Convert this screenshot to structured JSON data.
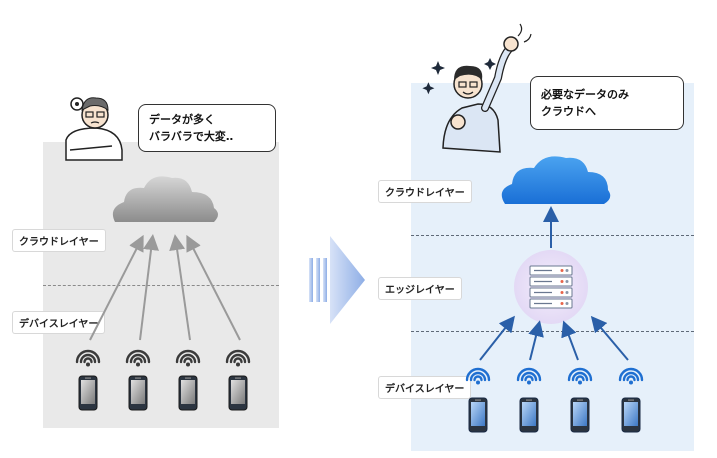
{
  "left": {
    "speech": "データが多く\nバラバラで大変‥",
    "layer_cloud": "クラウドレイヤー",
    "layer_device": "デバイスレイヤー",
    "device_count": 4
  },
  "right": {
    "speech": "必要なデータのみ\nクラウドへ",
    "layer_cloud": "クラウドレイヤー",
    "layer_edge": "エッジレイヤー",
    "layer_device": "デバイスレイヤー",
    "device_count": 4
  },
  "colors": {
    "left_bg": "#e9e9e9",
    "right_bg": "#e6f0fa",
    "cloud_blue": "#1f7fe0",
    "arrow_blue": "#2a5fa8",
    "transition_arrow": "#9bb4e6"
  },
  "icons": [
    "worried-person-icon",
    "cheering-person-icon",
    "gray-cloud-icon",
    "blue-cloud-icon",
    "edge-server-icon",
    "wifi-icon",
    "smartphone-icon",
    "transition-arrow-icon"
  ]
}
